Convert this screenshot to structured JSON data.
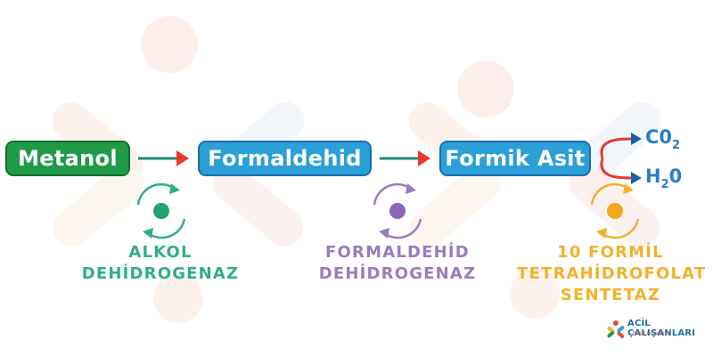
{
  "nodes": {
    "metanol": "Metanol",
    "formaldehid": "Formaldehid",
    "formik_asit": "Formik Asit"
  },
  "enzymes": {
    "alkol": [
      "ALKOL",
      "DEHİDROGENAZ"
    ],
    "formaldehid": [
      "FORMALDEHİD",
      "DEHİDROGENAZ"
    ],
    "formil": [
      "10 FORMİL",
      "TETRAHİDROFOLAT",
      "SENTETAZ"
    ]
  },
  "products": {
    "co2": {
      "base": "C0",
      "sub": "2"
    },
    "h2o": {
      "h": "H",
      "sub": "2",
      "o": "0"
    }
  },
  "logo": {
    "name": "ACİL ÇALIŞANLARI",
    "tagline": "hayat kurtarmak"
  },
  "colors": {
    "green_box": "#1f9b48",
    "blue_box": "#2a9fd8",
    "arrow_red": "#e8392e",
    "arrow_teal": "#1a8a78",
    "alkol_green": "#2fae8a",
    "formaldehid_purple": "#9b7bbd",
    "formil_orange": "#f2b12c",
    "chem_blue": "#2a7fc4"
  }
}
